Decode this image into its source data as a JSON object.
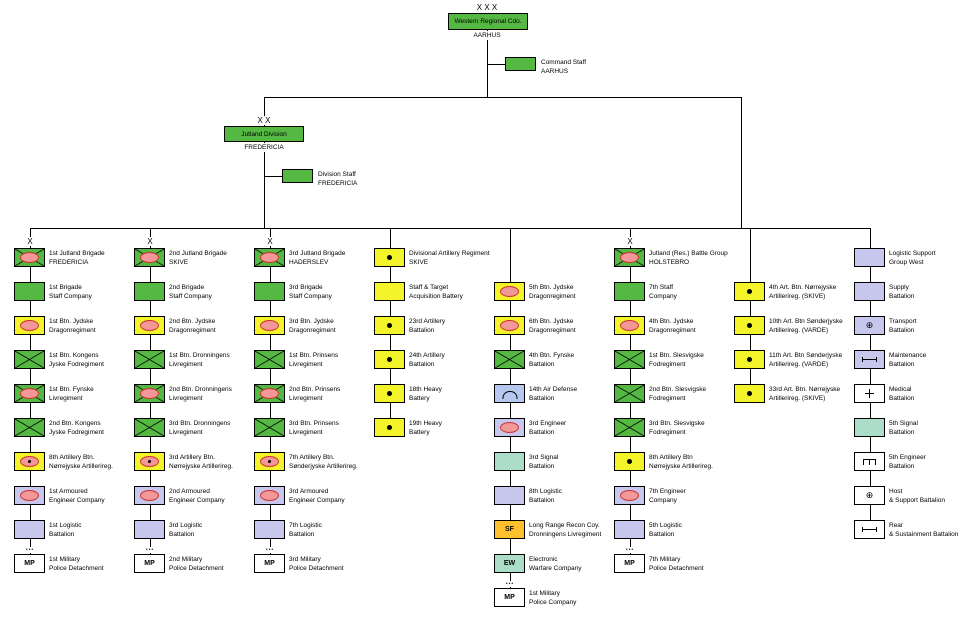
{
  "palette": {
    "green": "#54b843",
    "yellow": "#f4f42a",
    "lilac": "#c7c7ee",
    "blue": "#b7c8f0",
    "teal": "#abddc8",
    "white": "#ffffff",
    "orange": "#ffc02e",
    "oval_fill": "#f29898",
    "oval_border": "#cc3333",
    "line": "#000000"
  },
  "icons": {
    "transport_wheel": "⊕",
    "host_support": "⊕"
  },
  "top": {
    "echelon": "X X X",
    "name": "Western Regional Cdo.",
    "location": "AARHUS",
    "staff_line1": "Command Staff",
    "staff_line2": "AARHUS"
  },
  "division": {
    "echelon": "X X",
    "name": "Jutland Division",
    "location": "FREDERICIA",
    "staff_line1": "Division Staff",
    "staff_line2": "FREDERICIA"
  },
  "columns": [
    {
      "echelon": "X",
      "head": {
        "type": "mech",
        "line1": "1st Jutland Brigade",
        "line2": "FREDERICIA"
      },
      "units": [
        {
          "type": "hq",
          "line1": "1st Brigade",
          "line2": "Staff Company"
        },
        {
          "type": "armor",
          "line1": "1st Btn. Jydske",
          "line2": "Dragonregiment"
        },
        {
          "type": "inf",
          "line1": "1st Btn. Kongens",
          "line2": "Jyske Fodregiment"
        },
        {
          "type": "mech",
          "line1": "1st Btn. Fynske",
          "line2": "Livregiment"
        },
        {
          "type": "inf",
          "line1": "2nd Btn. Kongens",
          "line2": "Jyske Fodregiment"
        },
        {
          "type": "sparty",
          "line1": "8th Artillery Btn.",
          "line2": "Nørrejyske Artillerireg."
        },
        {
          "type": "armeng",
          "line1": "1st Armoured",
          "line2": "Engineer Company"
        },
        {
          "type": "log",
          "line1": "1st Logistic",
          "line2": "Battalion"
        },
        {
          "type": "mp",
          "badge": "MP",
          "echelon": "•••",
          "line1": "1st Military",
          "line2": "Police Detachment"
        }
      ]
    },
    {
      "echelon": "X",
      "head": {
        "type": "mech",
        "line1": "2nd Jutland Brigade",
        "line2": "SKIVE"
      },
      "units": [
        {
          "type": "hq",
          "line1": "2nd Brigade",
          "line2": "Staff Company"
        },
        {
          "type": "armor",
          "line1": "2nd Btn. Jydske",
          "line2": "Dragonregiment"
        },
        {
          "type": "inf",
          "line1": "1st Btn. Dronningens",
          "line2": "Livregiment"
        },
        {
          "type": "mech",
          "line1": "2nd Btn. Dronningens",
          "line2": "Livregiment"
        },
        {
          "type": "inf",
          "line1": "3rd Btn. Dronningens",
          "line2": "Livregiment"
        },
        {
          "type": "sparty",
          "line1": "3rd Artillery Btn.",
          "line2": "Nørrejyske Artillerireg."
        },
        {
          "type": "armeng",
          "line1": "2nd Armoured",
          "line2": "Engineer Company"
        },
        {
          "type": "log",
          "line1": "3rd Logistic",
          "line2": "Battalion"
        },
        {
          "type": "mp",
          "badge": "MP",
          "echelon": "•••",
          "line1": "2nd Military",
          "line2": "Police Detachment"
        }
      ]
    },
    {
      "echelon": "X",
      "head": {
        "type": "mech",
        "line1": "3rd Jutland Brigade",
        "line2": "HADERSLEV"
      },
      "units": [
        {
          "type": "hq",
          "line1": "3rd Brigade",
          "line2": "Staff Company"
        },
        {
          "type": "armor",
          "line1": "3rd Btn. Jydske",
          "line2": "Dragonregiment"
        },
        {
          "type": "inf",
          "line1": "1st Btn. Prinsens",
          "line2": "Livregiment"
        },
        {
          "type": "mech",
          "line1": "2nd Btn. Prinsens",
          "line2": "Livregiment"
        },
        {
          "type": "inf",
          "line1": "3rd Btn. Prinsens",
          "line2": "Livregiment"
        },
        {
          "type": "sparty",
          "line1": "7th Artillery Btn.",
          "line2": "Sønderjyske Artillerireg."
        },
        {
          "type": "armeng",
          "line1": "3rd Armoured",
          "line2": "Engineer Company"
        },
        {
          "type": "log",
          "line1": "7th Logistic",
          "line2": "Battalion"
        },
        {
          "type": "mp",
          "badge": "MP",
          "echelon": "•••",
          "line1": "3rd Military",
          "line2": "Police Detachment"
        }
      ]
    },
    {
      "echelon": null,
      "head": {
        "type": "arty",
        "line1": "Divisional Artillery Regiment",
        "line2": "SKIVE"
      },
      "units": [
        {
          "type": "bty",
          "line1": "Staff & Target",
          "line2": "Acquisition Battery"
        },
        {
          "type": "arty",
          "line1": "23rd Artillery",
          "line2": "Battalion"
        },
        {
          "type": "arty",
          "line1": "24th Artillery",
          "line2": "Battalion"
        },
        {
          "type": "arty",
          "line1": "18th Heavy",
          "line2": "Battery"
        },
        {
          "type": "arty",
          "line1": "19th Heavy",
          "line2": "Battery"
        }
      ]
    },
    {
      "echelon": null,
      "head": null,
      "units": [
        {
          "type": "armor",
          "line1": "5th Btn. Jydske",
          "line2": "Dragonregiment"
        },
        {
          "type": "armor",
          "line1": "6th Btn. Jydske",
          "line2": "Dragonregiment"
        },
        {
          "type": "inf",
          "line1": "4th Btn. Fynske",
          "line2": "Battalion"
        },
        {
          "type": "ad",
          "line1": "14th Air Defense",
          "line2": "Battalion"
        },
        {
          "type": "armeng",
          "line1": "3rd Engineer",
          "line2": "Battalion"
        },
        {
          "type": "sig",
          "line1": "3rd Signal",
          "line2": "Battalion"
        },
        {
          "type": "log",
          "line1": "8th Logistic",
          "line2": "Battalion"
        },
        {
          "type": "sf",
          "badge": "SF",
          "line1": "Long Range Recon Coy.",
          "line2": "Dronningens Livregiment"
        },
        {
          "type": "ew",
          "badge": "EW",
          "line1": "Electronic",
          "line2": "Warfare Company"
        },
        {
          "type": "mp",
          "badge": "MP",
          "echelon": "•••",
          "line1": "1st Military",
          "line2": "Police Company"
        }
      ]
    },
    {
      "echelon": "X",
      "head": {
        "type": "mech",
        "line1": "Jutland (Res.) Battle Group",
        "line2": "HOLSTEBRO"
      },
      "units": [
        {
          "type": "hq",
          "line1": "7th Staff",
          "line2": "Company"
        },
        {
          "type": "armor",
          "line1": "4th Btn. Jydske",
          "line2": "Dragonregiment"
        },
        {
          "type": "inf",
          "line1": "1st Btn. Slesvigske",
          "line2": "Fodregiment"
        },
        {
          "type": "inf",
          "line1": "2nd Btn. Slesvigske",
          "line2": "Fodregiment"
        },
        {
          "type": "inf",
          "line1": "3rd Btn. Slesvigske",
          "line2": "Fodregiment"
        },
        {
          "type": "arty",
          "line1": "8th Artillery Btn",
          "line2": "Nørrejyske Artillerireg."
        },
        {
          "type": "armeng",
          "line1": "7th Engineer",
          "line2": "Company"
        },
        {
          "type": "log",
          "line1": "5th Logistic",
          "line2": "Battalion"
        },
        {
          "type": "mp",
          "badge": "MP",
          "echelon": "•••",
          "line1": "7th Military",
          "line2": "Police Detachment"
        }
      ]
    },
    {
      "echelon": null,
      "head": null,
      "units": [
        {
          "type": "arty",
          "line1": "4th Art. Btn. Nørrejyske",
          "line2": "Artillerireg. (SKIVE)"
        },
        {
          "type": "arty",
          "line1": "10th Art. Btn Sønderjyske",
          "line2": "Artillerireg. (VARDE)"
        },
        {
          "type": "arty",
          "line1": "11th Art. Btn Sønderjyske",
          "line2": "Artillerireg. (VARDE)"
        },
        {
          "type": "arty",
          "line1": "33rd Art. Btn. Nørrejyske",
          "line2": "Artillerireg. (SKIVE)"
        }
      ]
    },
    {
      "echelon": null,
      "head": {
        "type": "log",
        "line1": "Logistic Support",
        "line2": "Group West"
      },
      "units": [
        {
          "type": "log",
          "line1": "Supply",
          "line2": "Battalion"
        },
        {
          "type": "trans",
          "line1": "Transport",
          "line2": "Battalion"
        },
        {
          "type": "maint",
          "line1": "Maintenance",
          "line2": "Battalion"
        },
        {
          "type": "med",
          "line1": "Medical",
          "line2": "Battalion"
        },
        {
          "type": "sig",
          "line1": "5th Signal",
          "line2": "Battalion"
        },
        {
          "type": "eng",
          "line1": "5th Engineer",
          "line2": "Battalion"
        },
        {
          "type": "host",
          "line1": "Host",
          "line2": "& Support Battalion"
        },
        {
          "type": "rear",
          "line1": "Rear",
          "line2": "& Sustainment Battalion"
        }
      ]
    }
  ]
}
